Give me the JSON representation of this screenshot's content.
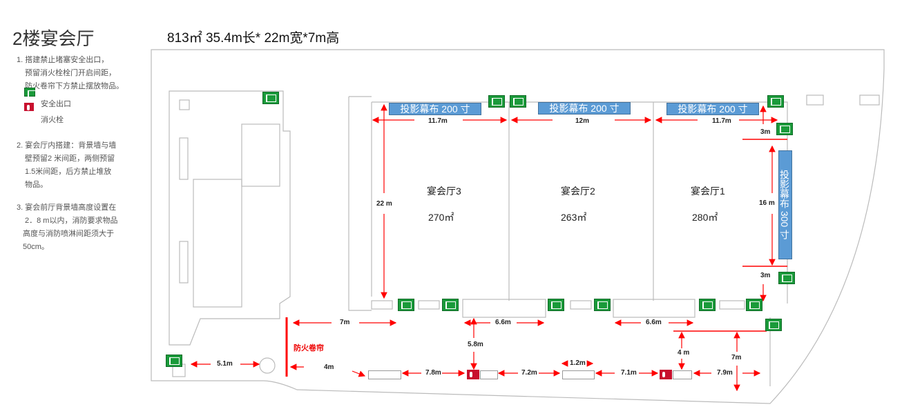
{
  "title": "2楼宴会厅",
  "subtitle": "813㎡  35.4m长* 22m宽*7m高",
  "notes": {
    "n1": [
      "1. 搭建禁止堵塞安全出口，",
      "预留消火栓栓门开启间距，",
      "防火卷帘下方禁止摆放物品。"
    ],
    "legend_exit": "安全出口",
    "legend_hydrant": "消火栓",
    "n2": [
      "2. 宴会厅内搭建：背景墙与墙",
      "壁预留2 米间距，两侧预留",
      "1.5米间距，后方禁止堆放",
      "物品。"
    ],
    "n3": [
      "3. 宴会前厅背景墙高度设置在",
      "2．8 m以内，消防要求物品",
      "高度与消防喷淋间距须大于",
      "50cm。"
    ]
  },
  "screens": [
    "投影幕布 200 寸",
    "投影幕布 200 寸",
    "投影幕布 200 寸",
    "投影幕布 300 寸"
  ],
  "halls": [
    {
      "name": "宴会厅3",
      "area": "270㎡"
    },
    {
      "name": "宴会厅2",
      "area": "263㎡"
    },
    {
      "name": "宴会厅1",
      "area": "280㎡"
    }
  ],
  "fire_shutter": "防火卷帘",
  "dims": [
    "11.7m",
    "12m",
    "11.7m",
    "3m",
    "22 m",
    "16 m",
    "3m",
    "7m",
    "6.6m",
    "6.6m",
    "5.8m",
    "4 m",
    "7m",
    "5.1m",
    "4m",
    "1.2m",
    "7.8m",
    "7.2m",
    "7.1m",
    "7.9m"
  ],
  "colors": {
    "exit": "#1a9a3a",
    "hydrant": "#c8102e",
    "screen": "#5b9bd5",
    "dimension": "#ff0000"
  }
}
